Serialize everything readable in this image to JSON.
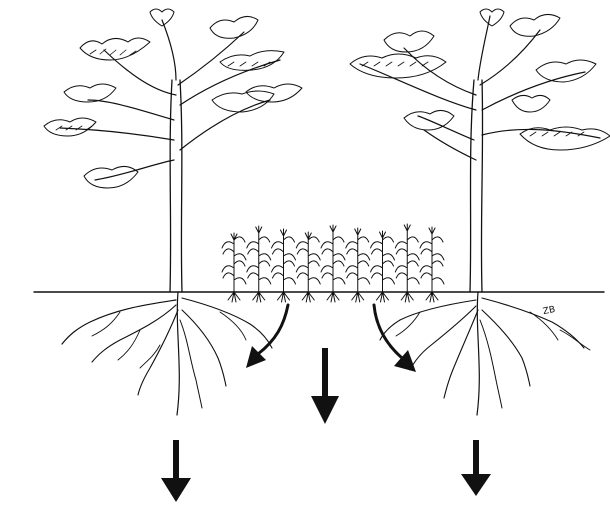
{
  "diagram": {
    "colors": {
      "ink": "#111111",
      "background": "#ffffff"
    },
    "elements": [
      "tree-left",
      "tree-right",
      "crop-row",
      "ground-line",
      "root-systems",
      "downward-arrows"
    ],
    "crop_count": 9,
    "artist_mark": "ZB"
  }
}
